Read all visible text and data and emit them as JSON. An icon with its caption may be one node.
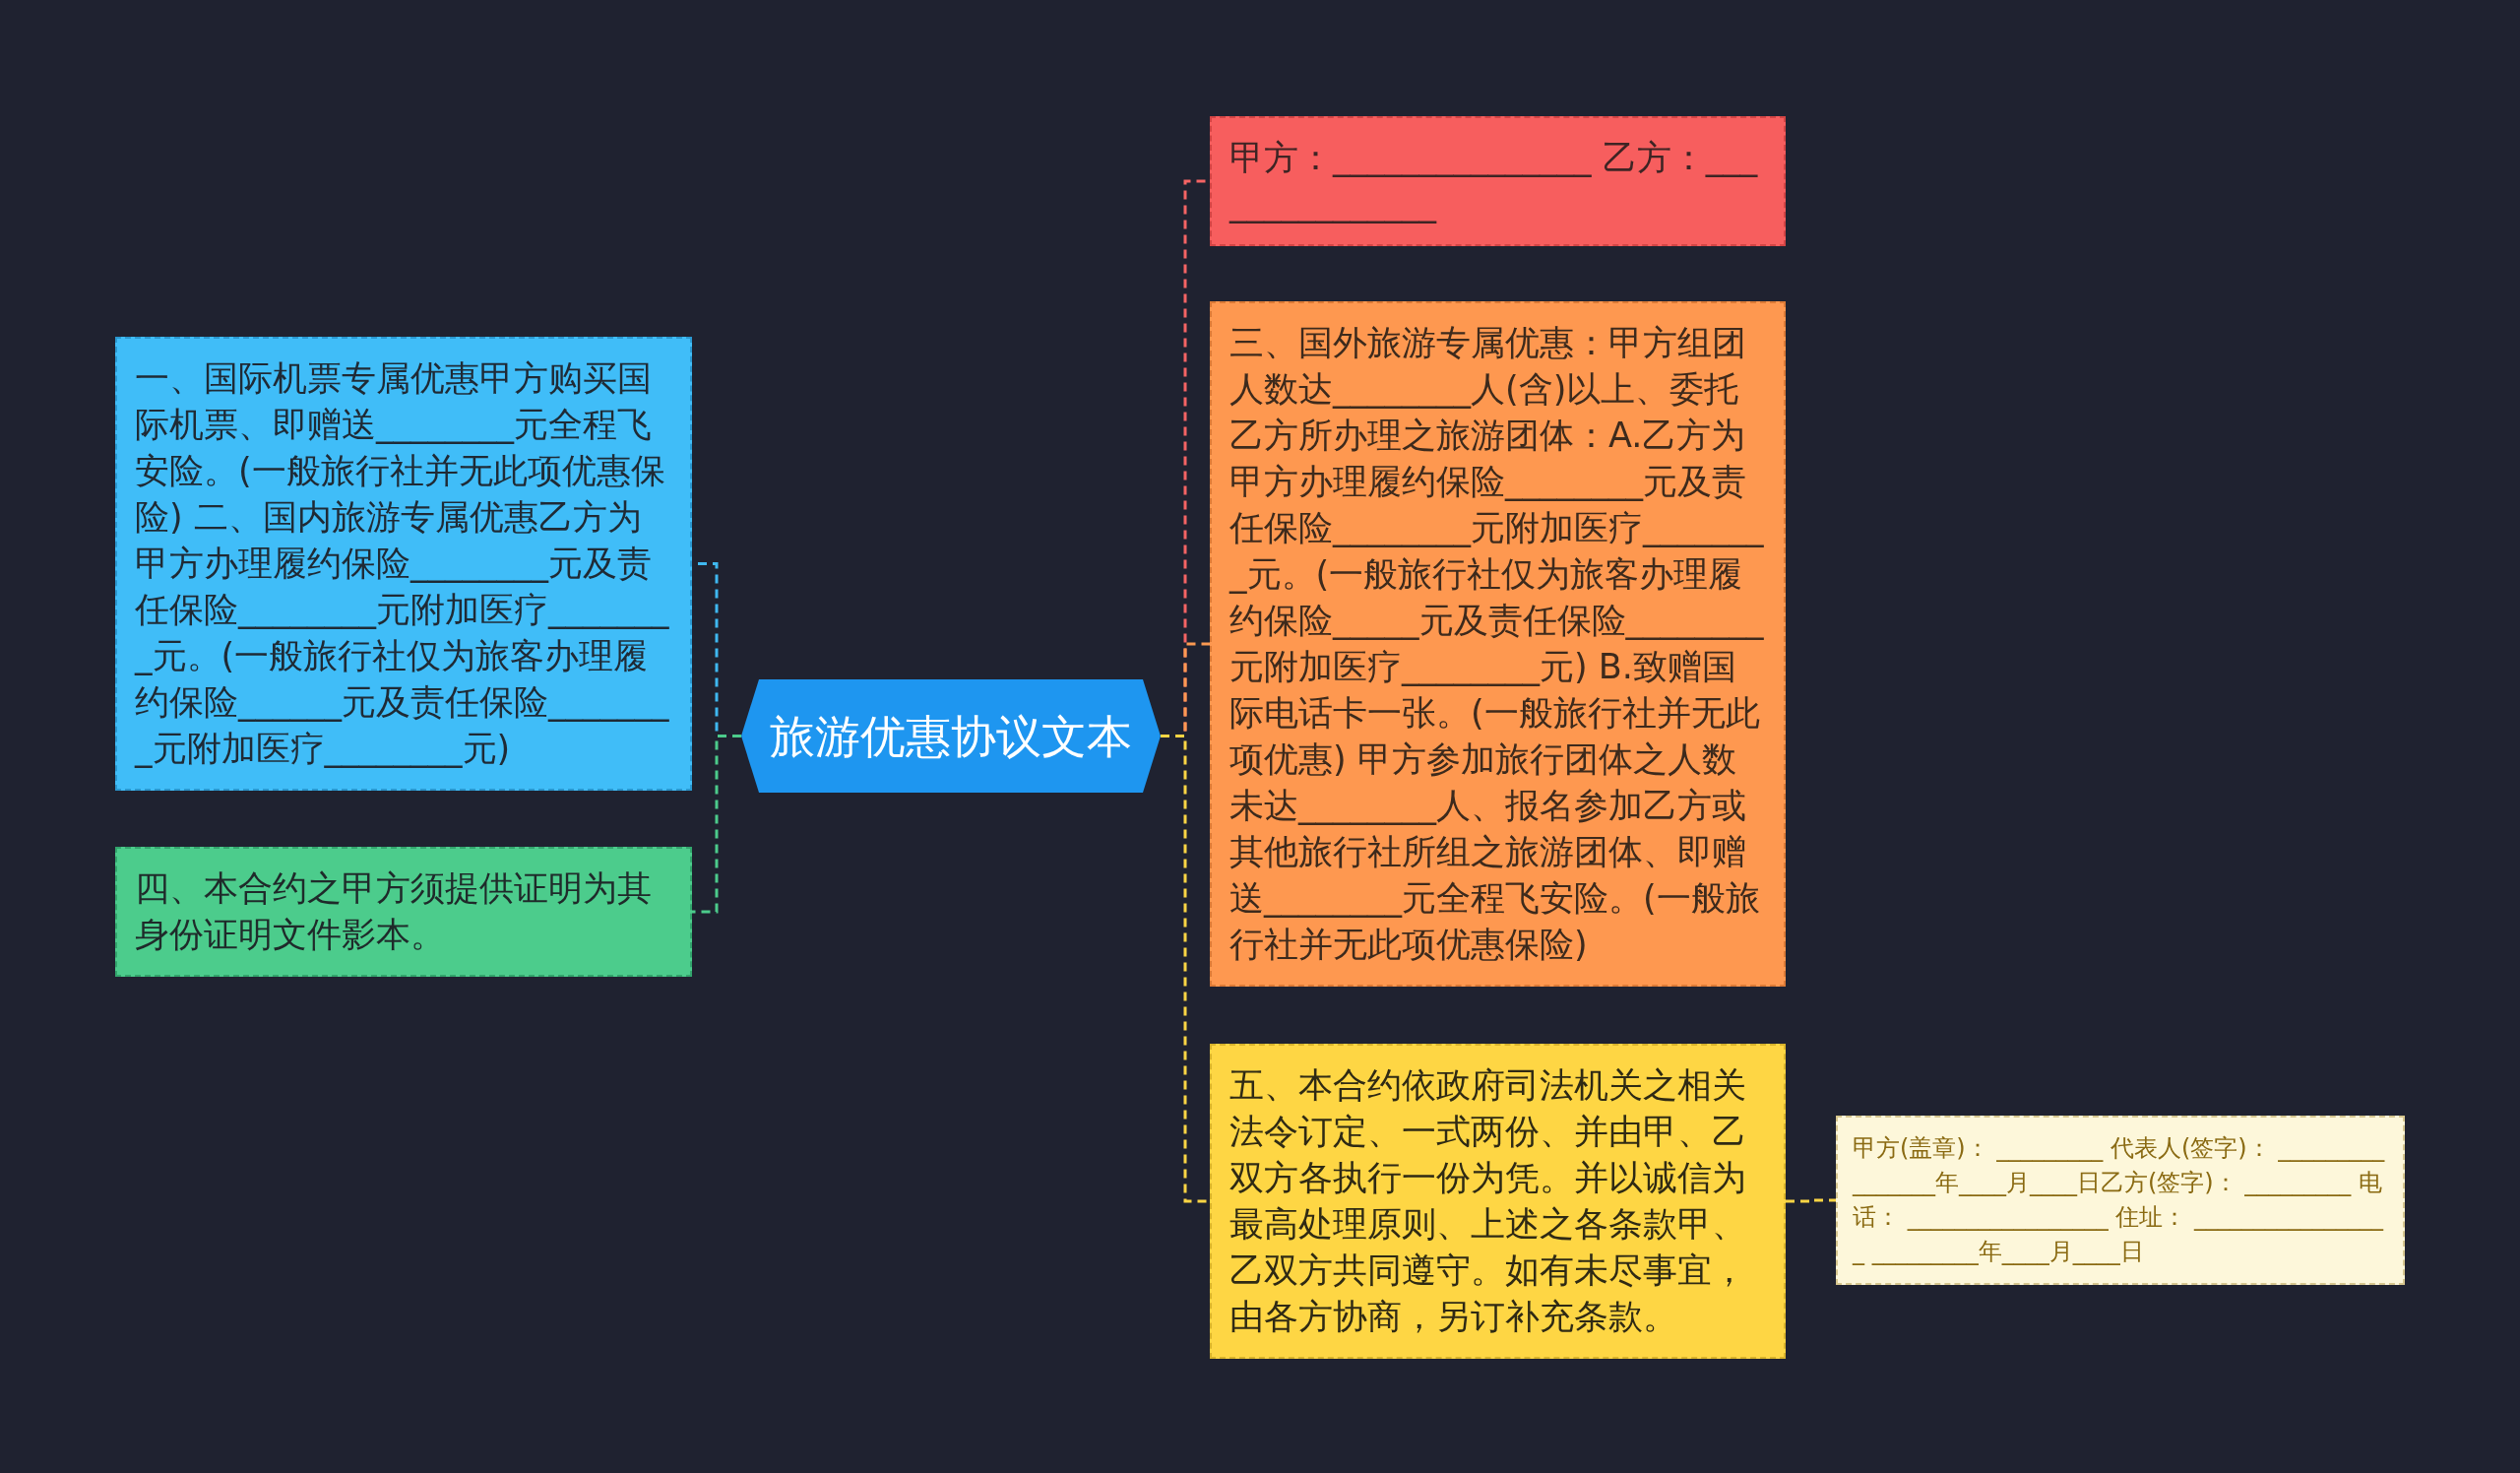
{
  "diagram": {
    "nodes": [
      {
        "text": [
          "旅游优惠协议文本"
        ]
      },
      {
        "text": [
          "一、国际机票专属优惠甲方购买国际机票、即赠送________元全程飞安险。(一般旅行社并无此项优惠保险) 二、国内旅游专属优惠乙方为甲方办理履约保险________元及责任保险________元附加医疗________元。(一般旅行社仅为旅客办理履约保险______元及责任保险________元附加医疗________元)"
        ]
      },
      {
        "text": [
          "四、本合约之甲方须提供证明为其身份证明文件影本。"
        ]
      },
      {
        "text": [
          "甲方：_______________ 乙方：_______________"
        ]
      },
      {
        "text": [
          "三、国外旅游专属优惠：甲方组团人数达________人(含)以上、委托乙方所办理之旅游团体：A.乙方为甲方办理履约保险________元及责任保险________元附加医疗________元。(一般旅行社仅为旅客办理履约保险_____元及责任保险________元附加医疗________元) B.致赠国际电话卡一张。(一般旅行社并无此项优惠) 甲方参加旅行团体之人数未达________人、报名参加乙方或其他旅行社所组之旅游团体、即赠送________元全程飞安险。(一般旅行社并无此项优惠保险)"
        ]
      },
      {
        "text": [
          "五、本合约依政府司法机关之相关法令订定、一式两份、并由甲、乙双方各执行一份为凭。并以诚信为最高处理原则、上述之各条款甲、乙双方共同遵守。如有未尽事宜，由各方协商，另订补充条款。"
        ]
      },
      {
        "text": [
          "甲方(盖章)： _________ 代表人(签字)： ________________年____月____日乙方(签字)： _________ 电话： _________________ 住址： _________________ _________年____月____日"
        ]
      }
    ],
    "edges": [
      {
        "from": 0,
        "to": 1,
        "arrow": "none",
        "style": "dashed",
        "color": "#3fb8f0"
      },
      {
        "from": 0,
        "to": 2,
        "arrow": "none",
        "style": "dashed",
        "color": "#4ccb8b"
      },
      {
        "from": 0,
        "to": 3,
        "arrow": "none",
        "style": "dashed",
        "color": "#f56464"
      },
      {
        "from": 0,
        "to": 4,
        "arrow": "none",
        "style": "dashed",
        "color": "#fb9a52"
      },
      {
        "from": 0,
        "to": 5,
        "arrow": "none",
        "style": "dashed",
        "color": "#fdd544"
      },
      {
        "from": 5,
        "to": 6,
        "arrow": "none",
        "style": "dashed",
        "color": "#fdd544"
      }
    ]
  }
}
